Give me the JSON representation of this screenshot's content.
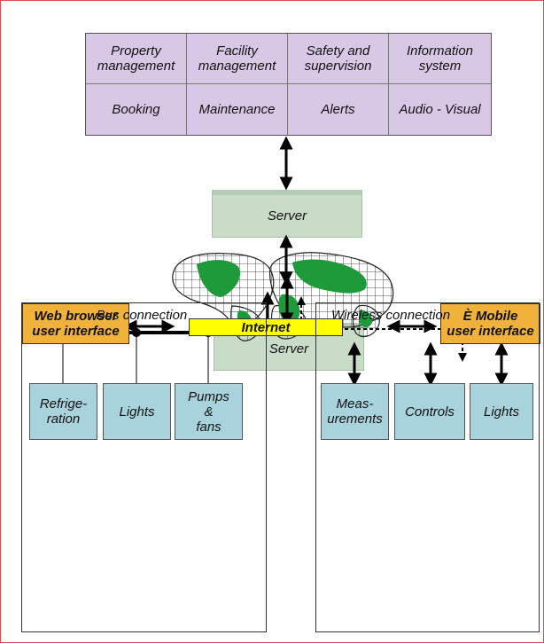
{
  "top_table": {
    "row1": [
      "Property\nmanagement",
      "Facility\nmanagement",
      "Safety and\nsupervision",
      "Information\nsystem"
    ],
    "row2": [
      "Booking",
      "Maintenance",
      "Alerts",
      "Audio - Visual"
    ]
  },
  "server_top": "Server",
  "server_bottom": "Server",
  "internet_label": "Internet",
  "web_browser": "Web browser\nuser interface",
  "mobile": "È Mobile\nuser interface",
  "bus_section": {
    "title": "Bus connection",
    "devices": [
      "Refrige-\nration",
      "Lights",
      "Pumps\n&\nfans"
    ]
  },
  "wireless_section": {
    "title": "Wireless connection",
    "devices": [
      "Meas-\nurements",
      "Controls",
      "Lights"
    ]
  },
  "colors": {
    "purple_cell": "#d8c8e6",
    "server": "#c9dcc8",
    "orange": "#f0b23a",
    "teal": "#a9d3dc",
    "internet": "#ffff00",
    "land": "#1f9a3a"
  }
}
